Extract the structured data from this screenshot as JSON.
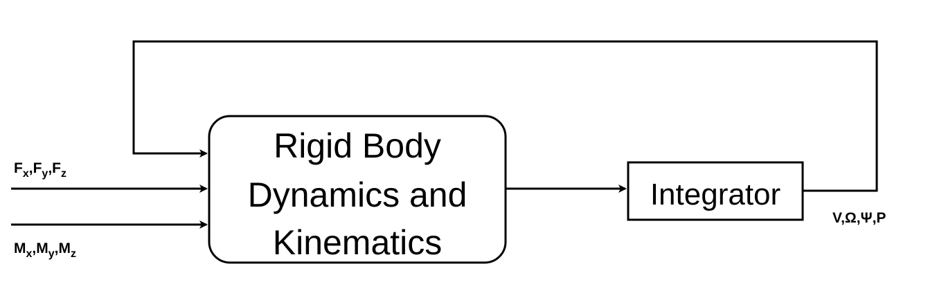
{
  "blocks": {
    "dynamics": {
      "line1": "Rigid Body",
      "line2": "Dynamics and",
      "line3": "Kinematics"
    },
    "integrator": {
      "label": "Integrator"
    }
  },
  "signals": {
    "forces": {
      "base": [
        "F",
        "F",
        "F"
      ],
      "subs": [
        "x",
        "y",
        "z"
      ],
      "sep": ","
    },
    "moments": {
      "base": [
        "M",
        "M",
        "M"
      ],
      "subs": [
        "x",
        "y",
        "z"
      ],
      "sep": ","
    },
    "state": "V,Ω,Ψ,P"
  },
  "colors": {
    "stroke": "#000000",
    "background": "#ffffff"
  }
}
